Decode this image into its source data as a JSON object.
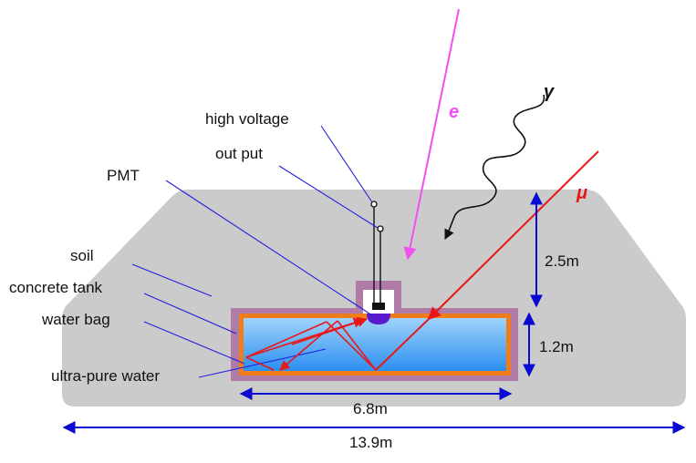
{
  "labels": {
    "high_voltage": "high voltage",
    "output": "out put",
    "pmt": "PMT",
    "soil": "soil",
    "concrete_tank": "concrete tank",
    "water_bag": "water bag",
    "ultra_pure_water": "ultra-pure water"
  },
  "particles": {
    "electron": "e",
    "gamma": "γ",
    "muon": "μ"
  },
  "dimensions": {
    "soil_depth": "2.5m",
    "tank_height": "1.2m",
    "tank_width": "6.8m",
    "total_width": "13.9m"
  },
  "colors": {
    "soil": "#cbcbcb",
    "concrete": "#b07ba6",
    "water_bag": "#f07d1a",
    "water": "#58aef0",
    "electron": "#f050f0",
    "muon": "#e81818",
    "dimension": "#0a0ad2",
    "leader": "#2020e0",
    "pmt": "#5a1acd"
  }
}
